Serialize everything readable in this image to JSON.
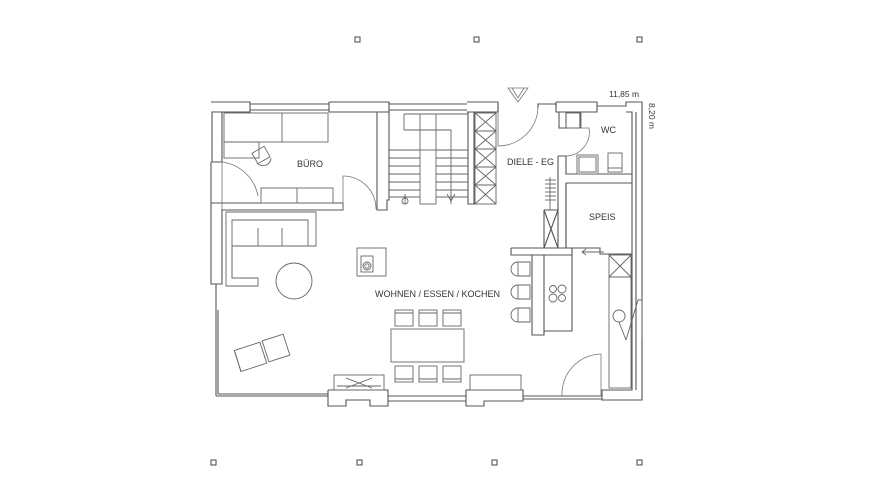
{
  "rooms": {
    "office": "BÜRO",
    "hall": "DIELE - EG",
    "wc": "WC",
    "pantry": "SPEIS",
    "living": "WOHNEN / ESSEN / KOCHEN"
  },
  "dimensions": {
    "width": "11,85 m",
    "depth": "8,20 m"
  }
}
